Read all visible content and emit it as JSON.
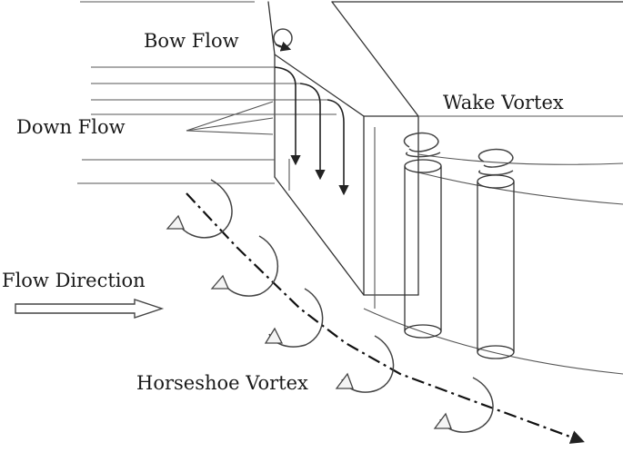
{
  "labels": {
    "bow_flow": "Bow Flow",
    "down_flow": "Down Flow",
    "wake_vortex": "Wake Vortex",
    "flow_direction": "Flow Direction",
    "horseshoe_vortex": "Horseshoe Vortex"
  },
  "colors": {
    "ink": "#333333",
    "background": "#ffffff"
  }
}
